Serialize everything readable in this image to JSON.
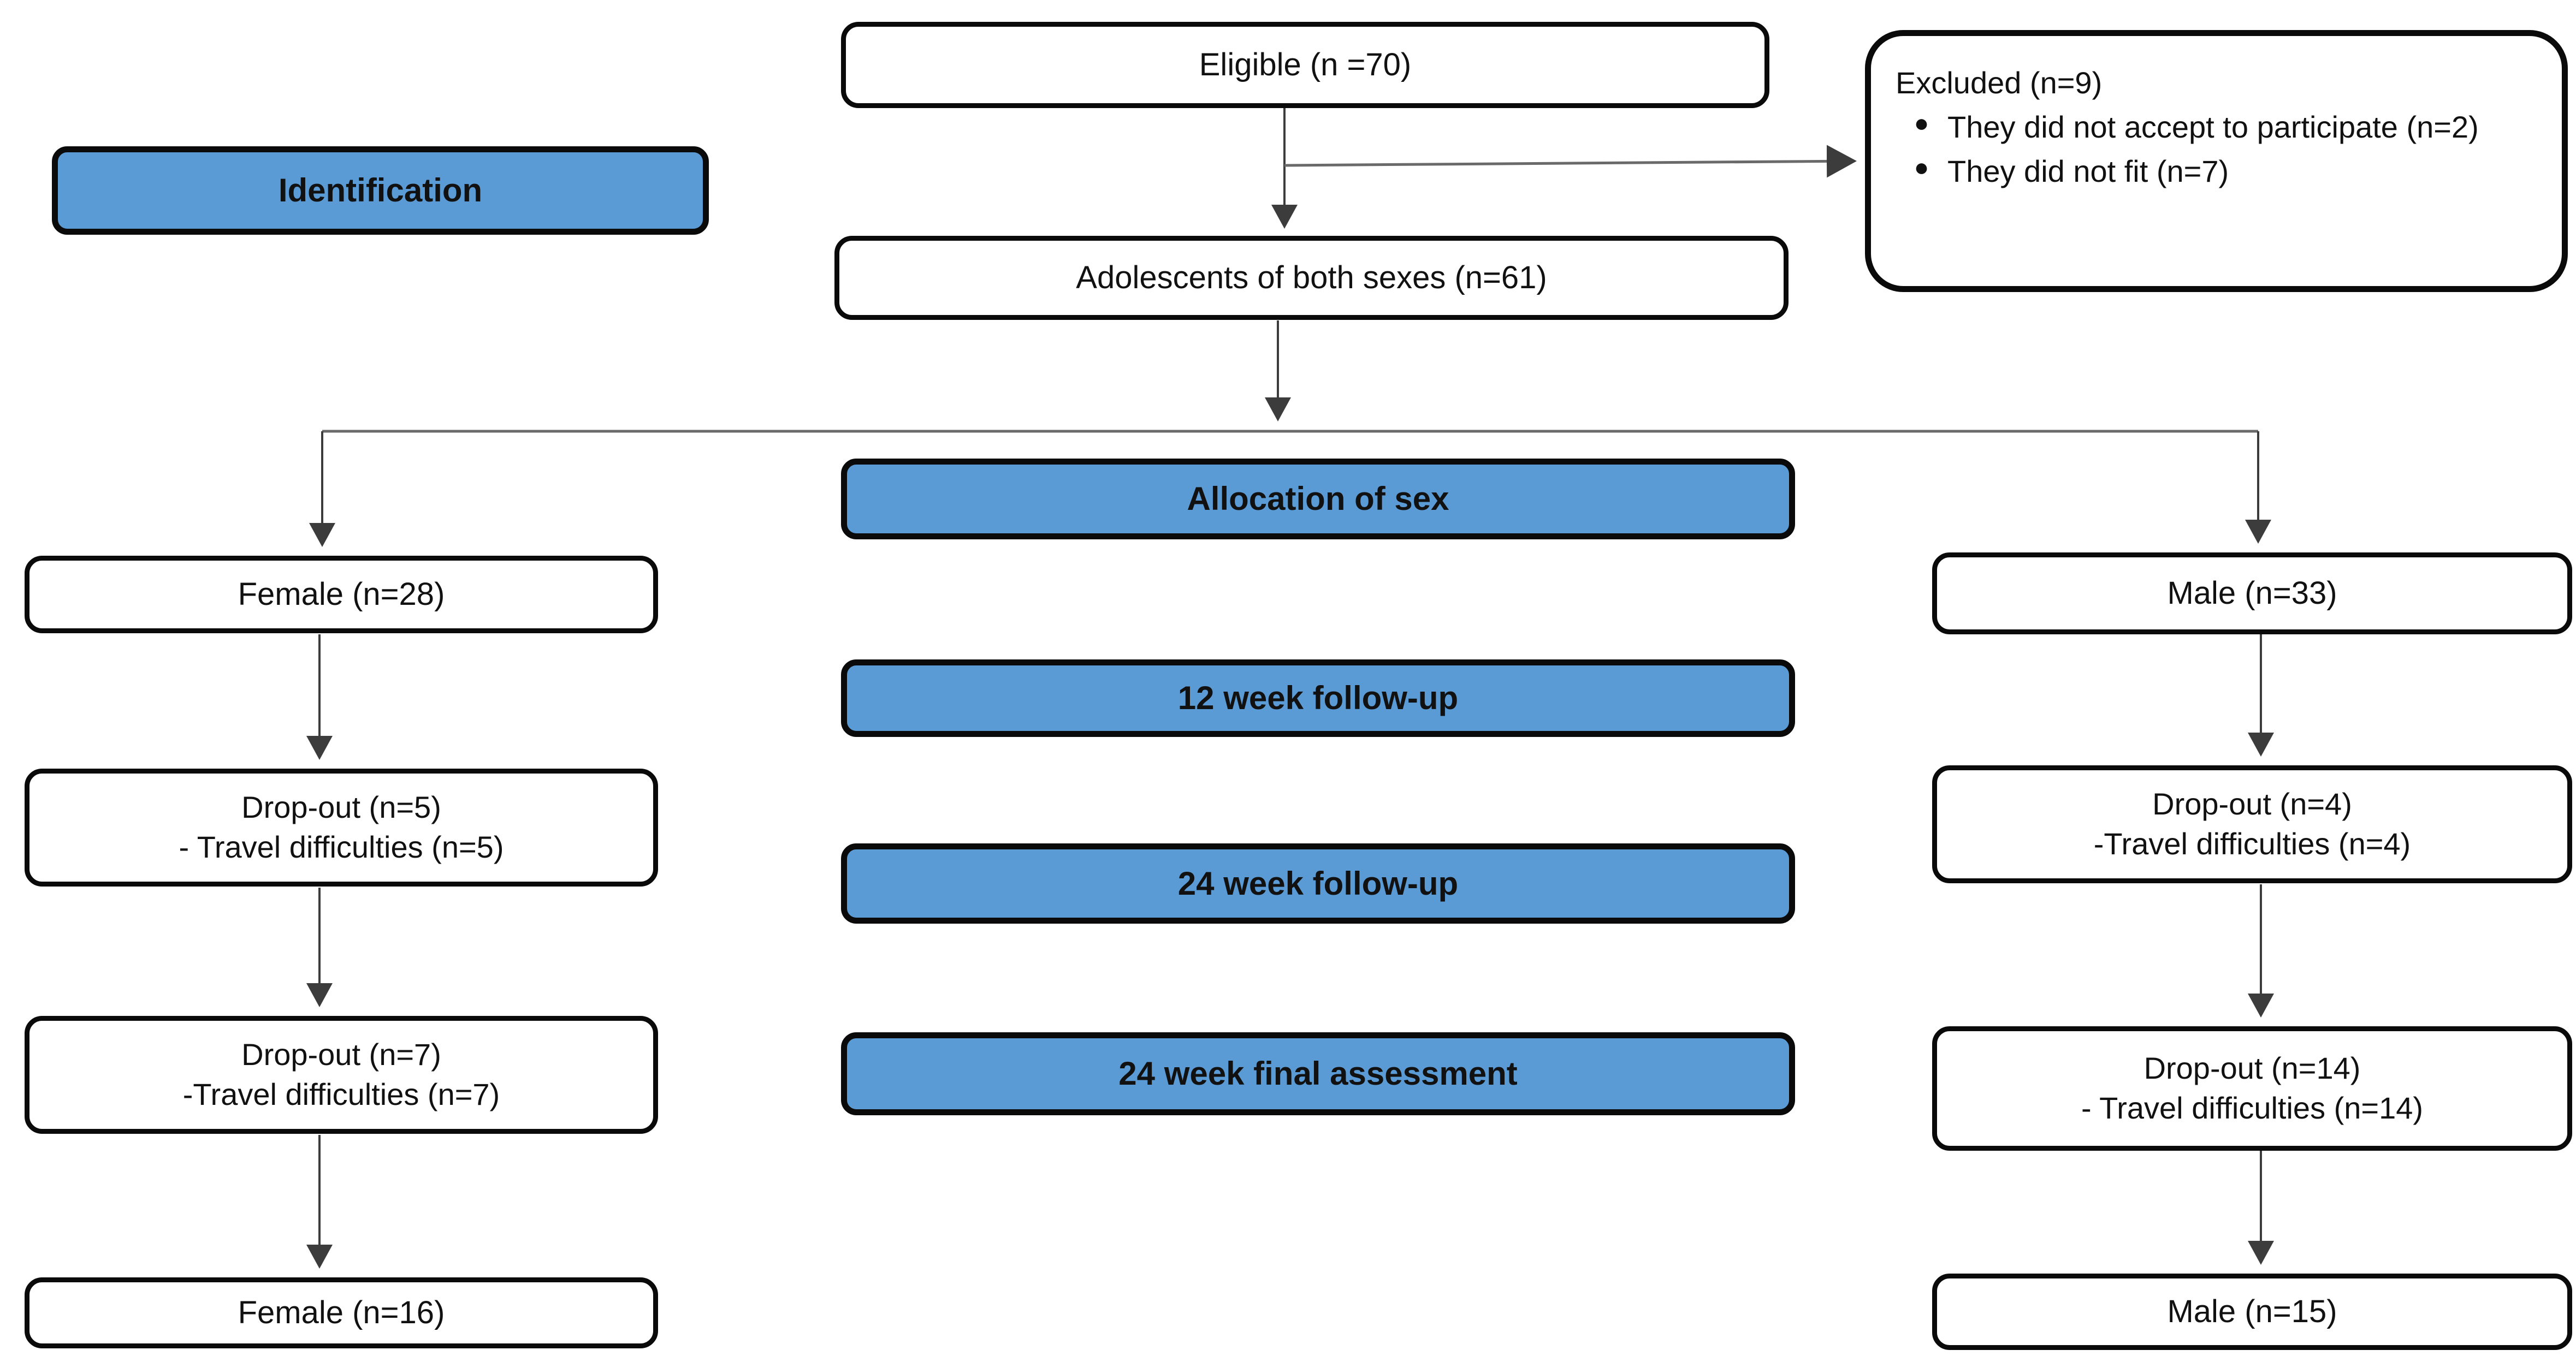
{
  "flowchart": {
    "colors": {
      "stage_fill": "#5b9bd5",
      "box_fill": "#ffffff",
      "border": "#0a0a0a",
      "arrow": "#3c3c3c"
    },
    "eligible": {
      "label": "Eligible (n =70)"
    },
    "excluded": {
      "title": "Excluded (n=9)",
      "bullets": [
        "They did not accept to participate (n=2)",
        "They did not fit (n=7)"
      ]
    },
    "identification": {
      "label": "Identification"
    },
    "adolescents": {
      "label": "Adolescents of both sexes (n=61)"
    },
    "allocation": {
      "label": "Allocation of sex"
    },
    "followup_12w": {
      "label": "12 week follow-up"
    },
    "followup_24w": {
      "label": "24 week follow-up"
    },
    "final_24w": {
      "label": "24 week final assessment"
    },
    "female_allocated": {
      "label": "Female (n=28)"
    },
    "male_allocated": {
      "label": "Male (n=33)"
    },
    "female_dropout_12w": {
      "line1": "Drop-out (n=5)",
      "line2": "- Travel difficulties (n=5)"
    },
    "male_dropout_12w": {
      "line1": "Drop-out (n=4)",
      "line2": "-Travel difficulties (n=4)"
    },
    "female_dropout_24w": {
      "line1": "Drop-out (n=7)",
      "line2": "-Travel difficulties (n=7)"
    },
    "male_dropout_24w": {
      "line1": "Drop-out (n=14)",
      "line2": "- Travel difficulties (n=14)"
    },
    "female_final": {
      "label": "Female (n=16)"
    },
    "male_final": {
      "label": "Male (n=15)"
    }
  }
}
